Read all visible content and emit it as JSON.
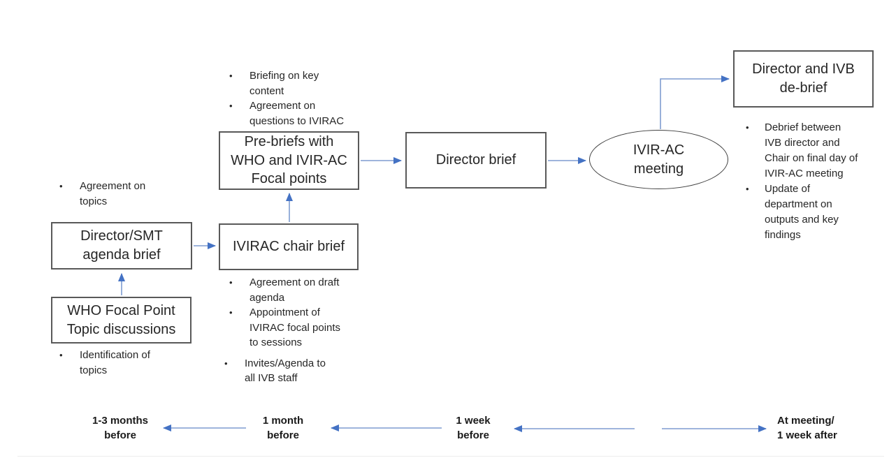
{
  "diagram": {
    "bullet": "•",
    "nodes": {
      "who_focal": "WHO Focal Point\nTopic discussions",
      "director_smt": "Director/SMT\nagenda brief",
      "ivirac_chair": "IVIRAC chair brief",
      "pre_briefs": "Pre-briefs with\nWHO and IVIR-AC\nFocal points",
      "director_brief": "Director brief",
      "meeting": "IVIR-AC\nmeeting",
      "debrief": "Director and IVB\nde-brief"
    },
    "notes": {
      "smt": [
        "Agreement on\ntopics"
      ],
      "who": [
        "Identification of\ntopics"
      ],
      "pre_briefs": [
        "Briefing on key\ncontent",
        "Agreement on\nquestions to IVIRAC"
      ],
      "chair": [
        "Agreement on draft\nagenda",
        "Appointment of\nIVIRAC focal points\nto sessions",
        "Invites/Agenda to\nall IVB staff"
      ],
      "debrief": [
        "Debrief between\nIVB director and\nChair on final day of\nIVIR-AC meeting",
        "Update of\ndepartment on\noutputs and key\nfindings"
      ]
    }
  },
  "timeline": {
    "labels": [
      "1-3 months\nbefore",
      "1 month\nbefore",
      "1 week\nbefore",
      "At meeting/\n1 week after"
    ]
  },
  "colors": {
    "arrow_head": "#4472C4",
    "arrow_line": "#7E9CD0",
    "box_border": "#595959",
    "ellipse_border": "#404040",
    "text": "#262626"
  }
}
